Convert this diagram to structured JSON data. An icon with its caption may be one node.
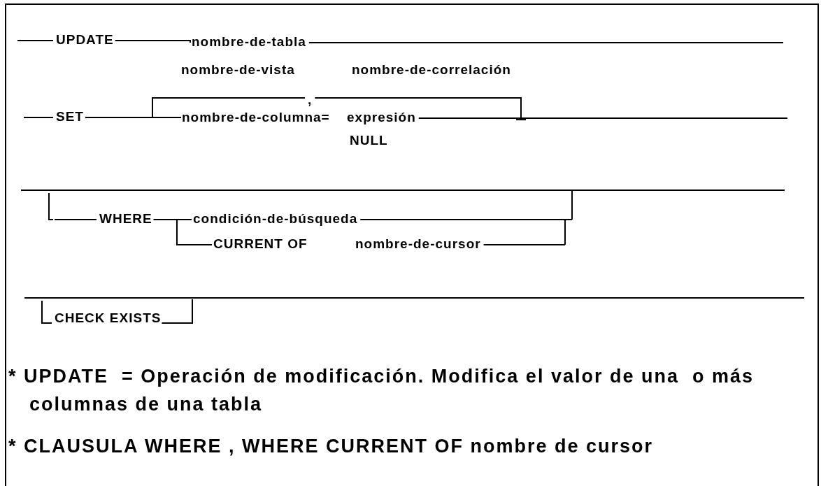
{
  "diagram": {
    "nodes": [
      {
        "text": [
          "UPDATE"
        ]
      },
      {
        "text": [
          "nombre-de-tabla"
        ]
      },
      {
        "text": [
          "nombre-de-vista"
        ]
      },
      {
        "text": [
          "nombre-de-correlación"
        ]
      },
      {
        "text": [
          "SET"
        ]
      },
      {
        "text": [
          ","
        ]
      },
      {
        "text": [
          "nombre-de-columna="
        ]
      },
      {
        "text": [
          "expresión"
        ]
      },
      {
        "text": [
          "NULL"
        ]
      },
      {
        "text": [
          "WHERE"
        ]
      },
      {
        "text": [
          "condición-de-búsqueda"
        ]
      },
      {
        "text": [
          "CURRENT OF"
        ]
      },
      {
        "text": [
          "nombre-de-cursor"
        ]
      },
      {
        "text": [
          "CHECK EXISTS"
        ]
      }
    ],
    "edges": [
      {
        "from": null,
        "to": 0,
        "arrow": "none"
      },
      {
        "from": 0,
        "to": 1,
        "arrow": "none"
      },
      {
        "from": 1,
        "to": null,
        "arrow": "none"
      },
      {
        "from": null,
        "to": 4,
        "arrow": "none"
      },
      {
        "from": 4,
        "to": 6,
        "arrow": "none"
      },
      {
        "from": 7,
        "to": null,
        "arrow": "none"
      },
      {
        "from": null,
        "to": 9,
        "arrow": "none"
      },
      {
        "from": 9,
        "to": 10,
        "arrow": "none"
      },
      {
        "from": 9,
        "to": 11,
        "arrow": "none"
      },
      {
        "from": 10,
        "to": null,
        "arrow": "none"
      },
      {
        "from": 12,
        "to": null,
        "arrow": "none"
      },
      {
        "from": null,
        "to": 5,
        "arrow": "none"
      },
      {
        "from": 5,
        "to": null,
        "arrow": "none"
      }
    ],
    "labels": [
      "* UPDATE  = Operación de modificación. Modifica el valor de una  o más columnas de una tabla",
      "* CLAUSULA WHERE , WHERE CURRENT OF nombre de cursor"
    ]
  }
}
